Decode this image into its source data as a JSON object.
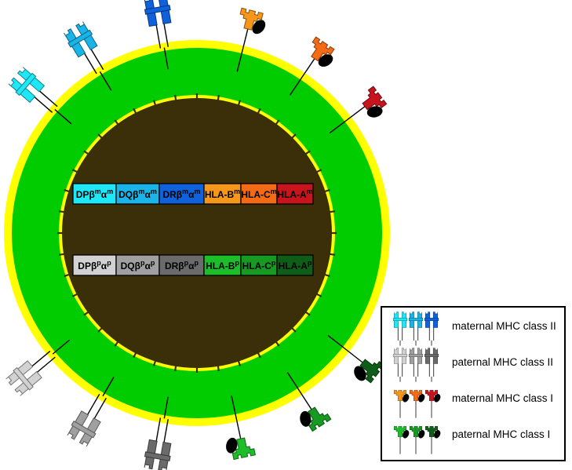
{
  "maternal_haplotype": [
    {
      "label_prefix": "DPβ",
      "label_sup1": "m",
      "label_mid": "α",
      "label_sup2": "m",
      "color": "#1ee8f8"
    },
    {
      "label_prefix": "DQβ",
      "label_sup1": "m",
      "label_mid": "α",
      "label_sup2": "m",
      "color": "#19b4e8"
    },
    {
      "label_prefix": "DRβ",
      "label_sup1": "m",
      "label_mid": "α",
      "label_sup2": "m",
      "color": "#0f62dc"
    },
    {
      "label_prefix": "HLA-B",
      "label_sup1": "m",
      "label_mid": "",
      "label_sup2": "",
      "color": "#f6961a"
    },
    {
      "label_prefix": "HLA-C",
      "label_sup1": "m",
      "label_mid": "",
      "label_sup2": "",
      "color": "#f56a14"
    },
    {
      "label_prefix": "HLA-A",
      "label_sup1": "m",
      "label_mid": "",
      "label_sup2": "",
      "color": "#c8141c"
    }
  ],
  "paternal_haplotype": [
    {
      "label_prefix": "DPβ",
      "label_sup1": "p",
      "label_mid": "α",
      "label_sup2": "p",
      "color": "#d2d2d2"
    },
    {
      "label_prefix": "DQβ",
      "label_sup1": "p",
      "label_mid": "α",
      "label_sup2": "p",
      "color": "#a0a0a0"
    },
    {
      "label_prefix": "DRβ",
      "label_sup1": "p",
      "label_mid": "α",
      "label_sup2": "p",
      "color": "#6b6b6b"
    },
    {
      "label_prefix": "HLA-B",
      "label_sup1": "p",
      "label_mid": "",
      "label_sup2": "",
      "color": "#1cbe2a"
    },
    {
      "label_prefix": "HLA-C",
      "label_sup1": "p",
      "label_mid": "",
      "label_sup2": "",
      "color": "#169a22"
    },
    {
      "label_prefix": "HLA-A",
      "label_sup1": "p",
      "label_mid": "",
      "label_sup2": "",
      "color": "#0f5e17"
    }
  ],
  "legend": {
    "items": [
      {
        "label": "maternal MHC class II",
        "kind": "class2",
        "colors": [
          "#1ee8f8",
          "#19b4e8",
          "#0f62dc"
        ]
      },
      {
        "label": "paternal MHC class II",
        "kind": "class2",
        "colors": [
          "#d2d2d2",
          "#a0a0a0",
          "#6b6b6b"
        ]
      },
      {
        "label": "maternal MHC class I",
        "kind": "class1",
        "colors": [
          "#f6961a",
          "#f56a14",
          "#c8141c"
        ]
      },
      {
        "label": "paternal MHC class I",
        "kind": "class1",
        "colors": [
          "#1cbe2a",
          "#169a22",
          "#0f5e17"
        ]
      }
    ]
  },
  "colors": {
    "outer_rim": "#ffff00",
    "cytoplasm": "#00cc00",
    "nucleus": "#3b2f0a",
    "beta2m": "#000000"
  }
}
